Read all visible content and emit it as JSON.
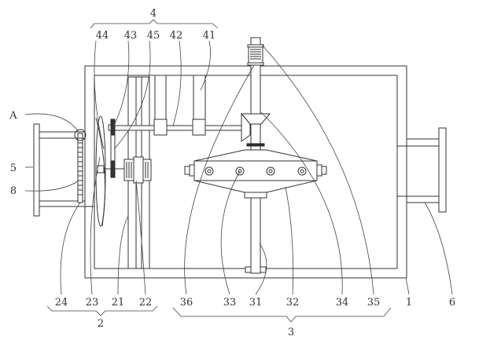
{
  "labels": {
    "l4": "4",
    "l44": "44",
    "l43": "43",
    "l45": "45",
    "l42": "42",
    "l41": "41",
    "lA": "A",
    "l5": "5",
    "l8": "8",
    "l24": "24",
    "l23": "23",
    "l21": "21",
    "l22": "22",
    "l2": "2",
    "l36": "36",
    "l33": "33",
    "l31": "31",
    "l32": "32",
    "l34": "34",
    "l35": "35",
    "l1": "1",
    "l6": "6",
    "l3": "3"
  }
}
